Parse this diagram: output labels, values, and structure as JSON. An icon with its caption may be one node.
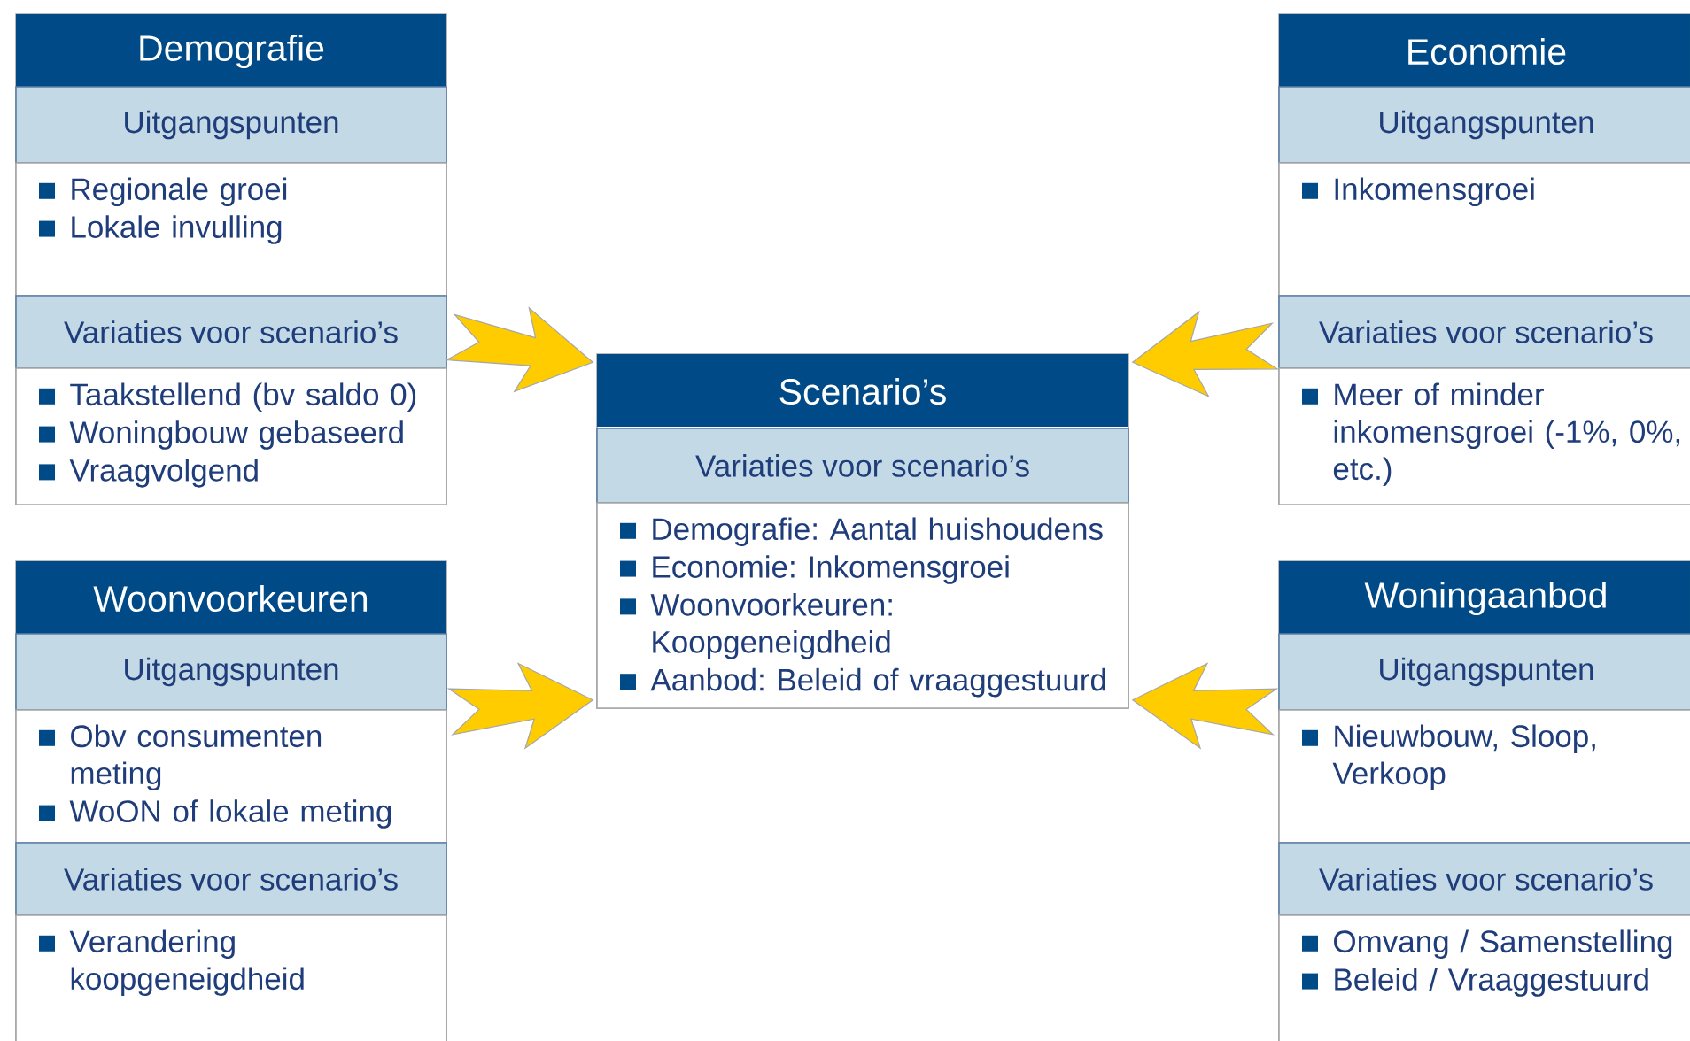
{
  "diagram": {
    "nodes": [
      {
        "text": [
          "Demografie"
        ]
      },
      {
        "text": [
          "Uitgangspunten"
        ],
        "in": 0
      },
      {
        "text": [
          "Regionale groei",
          "Lokale invulling"
        ],
        "in": 0
      },
      {
        "text": [
          "Variaties voor scenario’s"
        ],
        "in": 0
      },
      {
        "text": [
          "Taakstellend (bv saldo 0)",
          "Woningbouw gebaseerd",
          "Vraagvolgend"
        ],
        "in": 0
      },
      {
        "text": [
          "Economie"
        ]
      },
      {
        "text": [
          "Uitgangspunten"
        ],
        "in": 5
      },
      {
        "text": [
          "Inkomensgroei"
        ],
        "in": 5
      },
      {
        "text": [
          "Variaties voor scenario’s"
        ],
        "in": 5
      },
      {
        "text": [
          "Meer of minder inkomensgroei (-1%, 0%, etc.)"
        ],
        "in": 5
      },
      {
        "text": [
          "Scenario’s"
        ]
      },
      {
        "text": [
          "Variaties voor scenario’s"
        ],
        "in": 10
      },
      {
        "text": [
          "Demografie: Aantal huishoudens",
          "Economie: Inkomensgroei",
          "Woonvoorkeuren: Koopgeneigdheid",
          "Aanbod: Beleid of vraaggestuurd"
        ],
        "in": 10
      },
      {
        "text": [
          "Woonvoorkeuren"
        ]
      },
      {
        "text": [
          "Uitgangspunten"
        ],
        "in": 13
      },
      {
        "text": [
          "Obv consumenten meting",
          "WoON of lokale meting"
        ],
        "in": 13
      },
      {
        "text": [
          "Variaties voor scenario’s"
        ],
        "in": 13
      },
      {
        "text": [
          "Verandering koopgeneigdheid"
        ],
        "in": 13
      },
      {
        "text": [
          "Woningaanbod"
        ]
      },
      {
        "text": [
          "Uitgangspunten"
        ],
        "in": 18
      },
      {
        "text": [
          "Nieuwbouw, Sloop, Verkoop"
        ],
        "in": 18
      },
      {
        "text": [
          "Variaties voor scenario’s"
        ],
        "in": 18
      },
      {
        "text": [
          "Omvang / Samenstelling",
          "Beleid / Vraaggestuurd"
        ],
        "in": 18
      }
    ],
    "edges": [
      {
        "from": 0,
        "to": 10,
        "arrow": "to"
      },
      {
        "from": 5,
        "to": 10,
        "arrow": "to"
      },
      {
        "from": 13,
        "to": 10,
        "arrow": "to"
      },
      {
        "from": 18,
        "to": 10,
        "arrow": "to"
      }
    ]
  }
}
